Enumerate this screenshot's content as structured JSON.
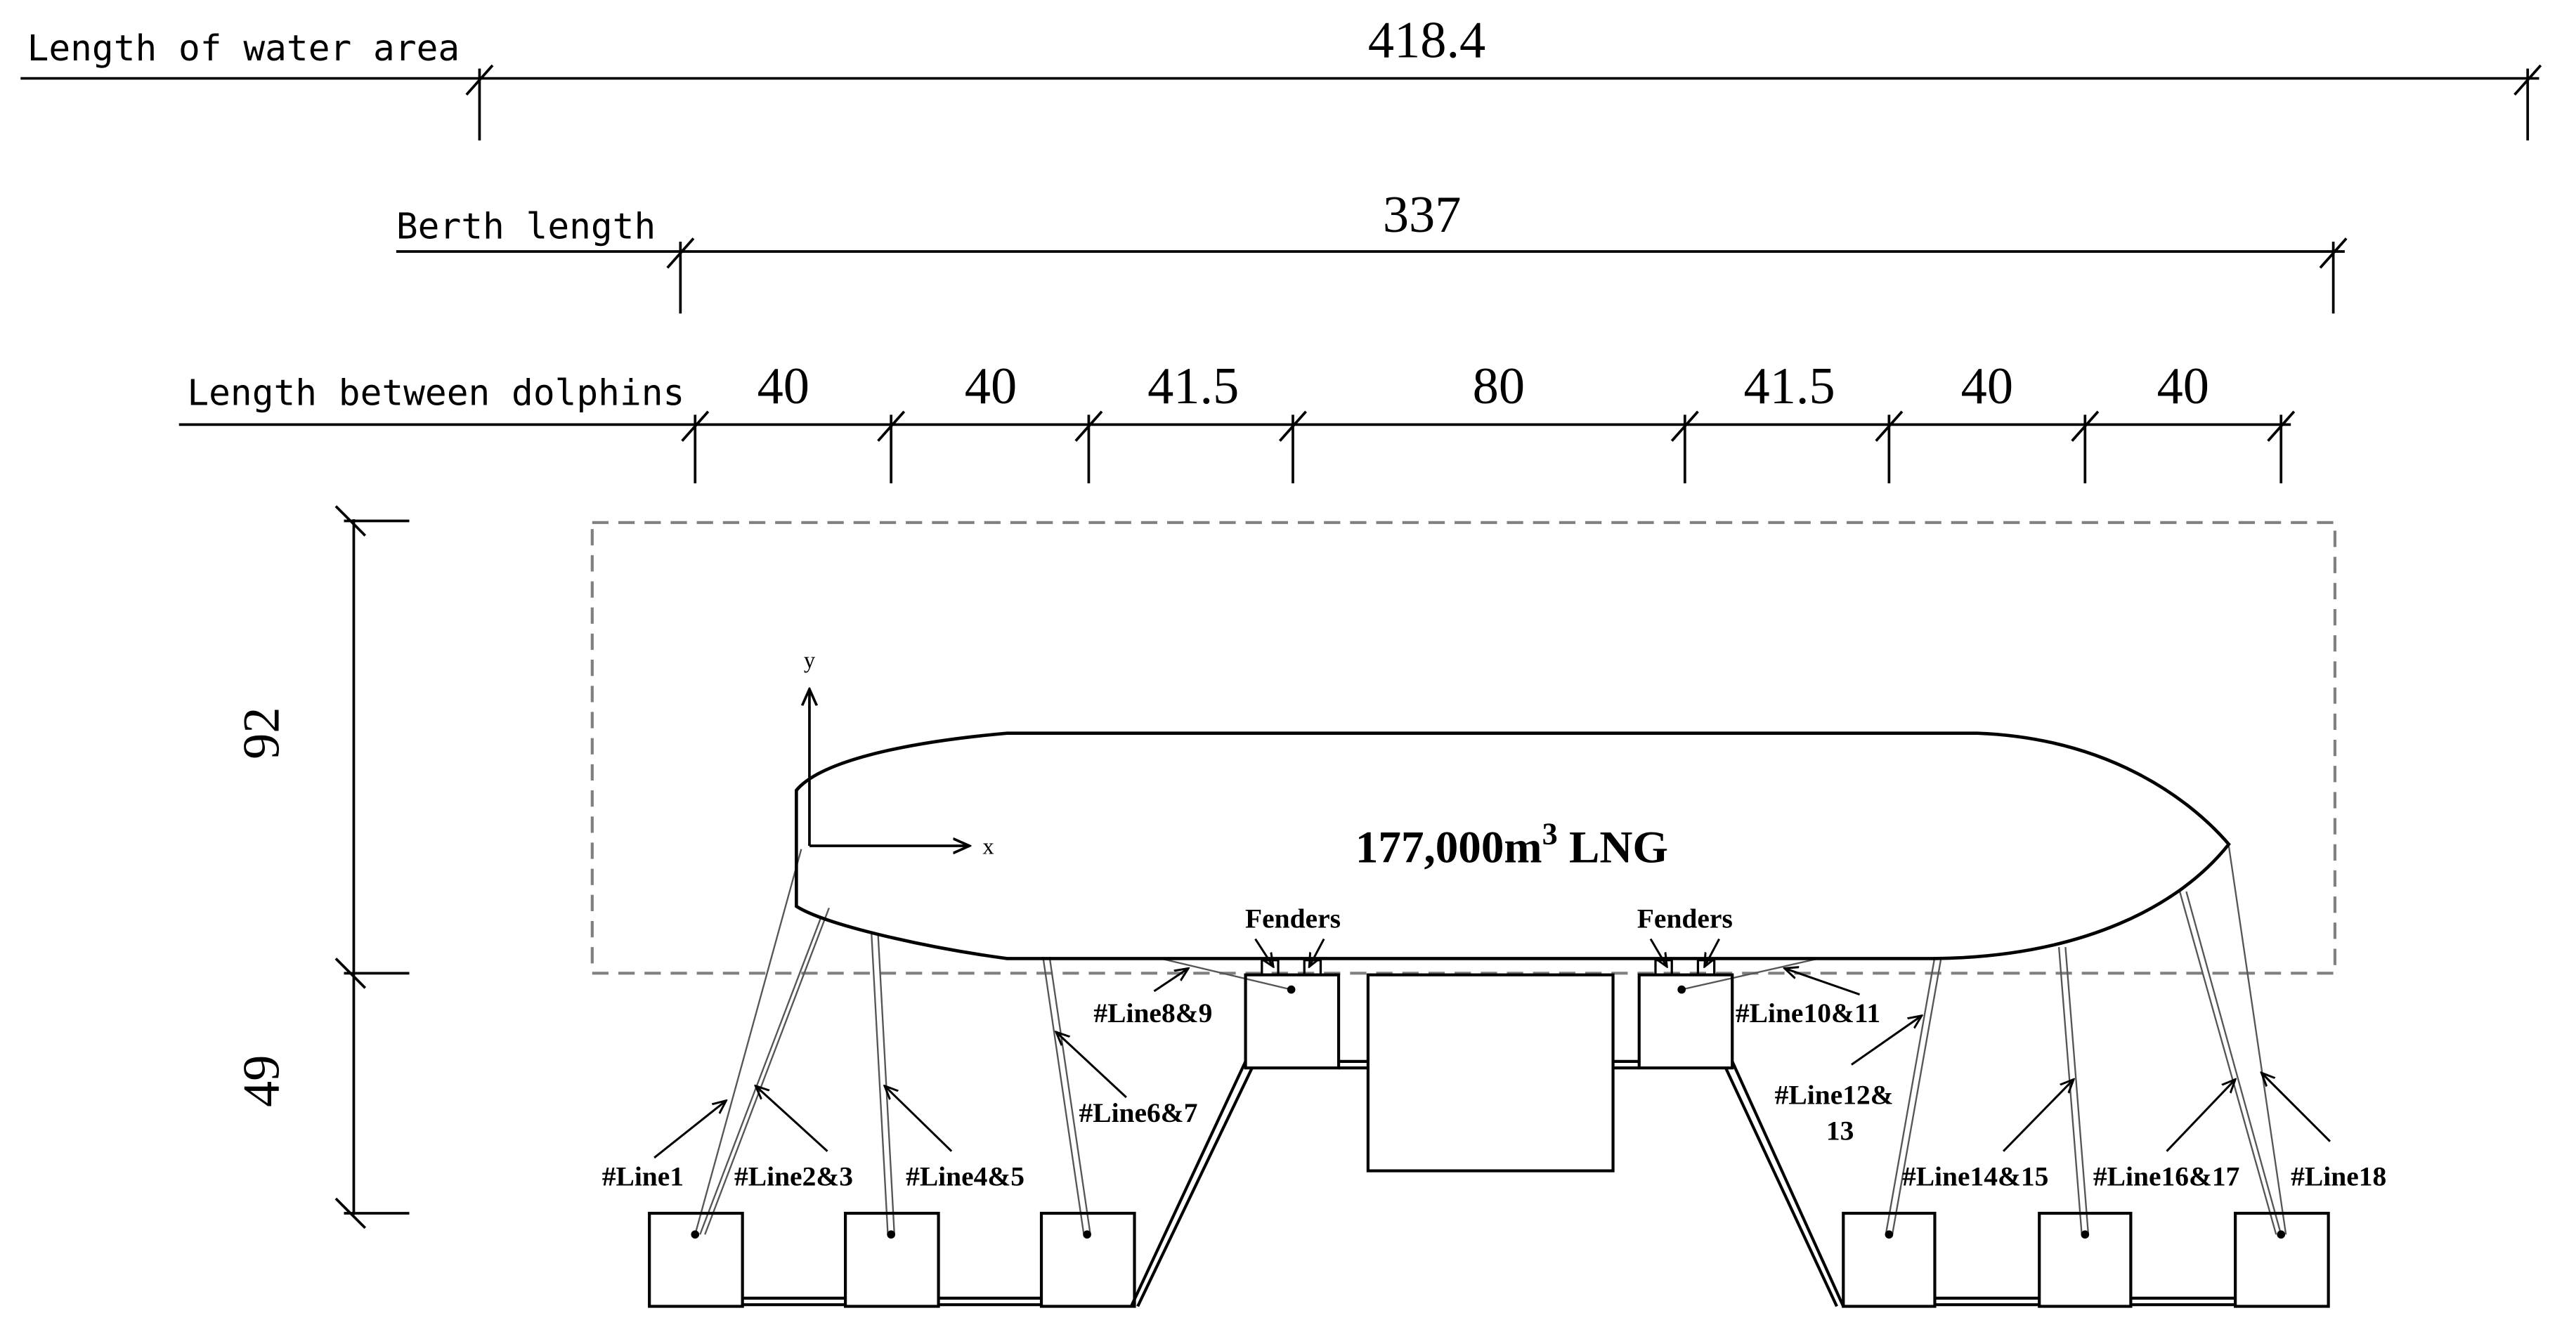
{
  "dimensions": {
    "water_area": {
      "label": "Length of water area",
      "value": "418.4"
    },
    "berth": {
      "label": "Berth length",
      "value": "337"
    },
    "dolphins": {
      "label": "Length between dolphins",
      "segments": [
        "40",
        "40",
        "41.5",
        "80",
        "41.5",
        "40",
        "40"
      ]
    },
    "vertical": {
      "upper": "92",
      "lower": "49"
    }
  },
  "axes": {
    "x": "x",
    "y": "y"
  },
  "vessel": {
    "label_pre": "177,000m",
    "label_sup": "3",
    "label_post": " LNG"
  },
  "fenders": [
    "Fenders",
    "Fenders"
  ],
  "lines": {
    "line1": "#Line1",
    "line2_3": "#Line2&3",
    "line4_5": "#Line4&5",
    "line6_7": "#Line6&7",
    "line8_9": "#Line8&9",
    "line10_11": "#Line10&11",
    "line12_13_a": "#Line12&",
    "line12_13_b": "13",
    "line14_15": "#Line14&15",
    "line16_17": "#Line16&17",
    "line18": "#Line18"
  }
}
